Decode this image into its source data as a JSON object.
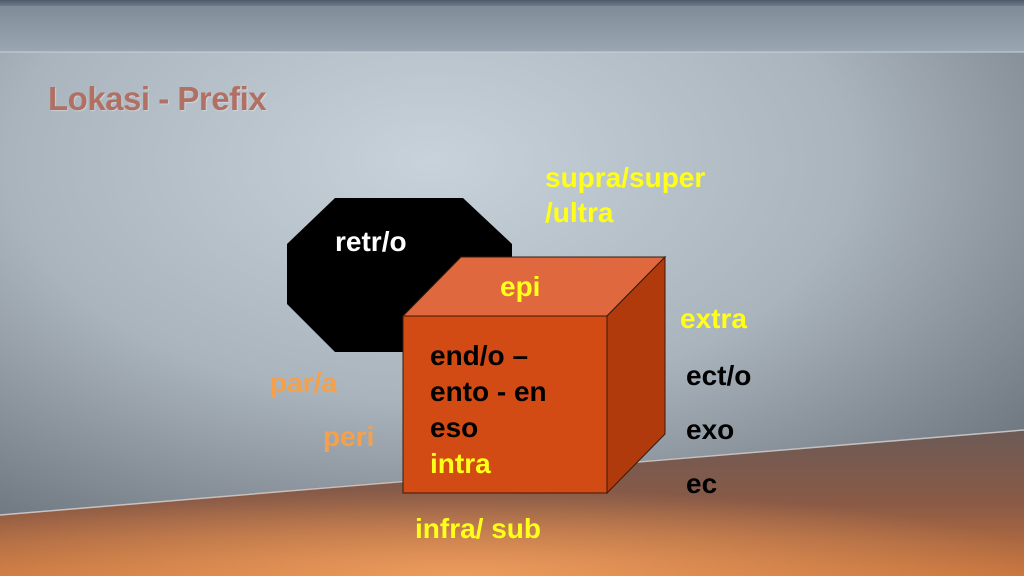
{
  "slide": {
    "title": "Lokasi - Prefix"
  },
  "labels": {
    "retro": "retr/o",
    "epi": "epi",
    "supra_line1": "supra/super",
    "supra_line2": "/ultra",
    "extra": "extra",
    "ecto": "ect/o",
    "exo": "exo",
    "ec": "ec",
    "para": "par/a",
    "peri": "peri",
    "infra": "infra/ sub"
  },
  "cube_front": {
    "line1": "end/o –",
    "line2": "ento - en",
    "line3": "eso",
    "line4": "intra"
  },
  "colors": {
    "octagon": "#000000",
    "cube_front": "#d24a14",
    "cube_top": "#e0683e",
    "cube_side": "#b03a0c",
    "yellow_text": "#ffff1a",
    "orange_text": "#f5a04a"
  }
}
